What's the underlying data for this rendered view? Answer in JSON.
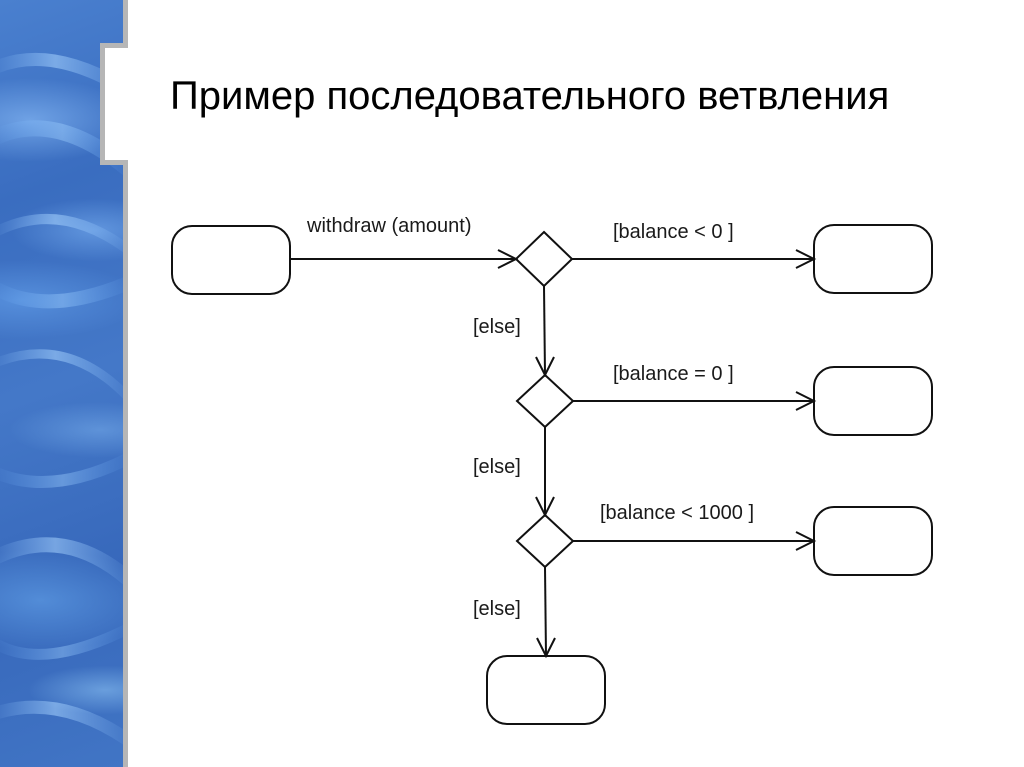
{
  "slide": {
    "title": "Пример последовательного ветвления",
    "background_color": "#ffffff",
    "sidebar_color": "#3d72c4",
    "sidebar_edge_color": "#b6b6b6",
    "line_color": "#1a1a1a"
  },
  "diagram": {
    "type": "uml-activity-sequential-branching",
    "start_state": {
      "label": ""
    },
    "trigger_label": "withdraw (amount)",
    "branches": [
      {
        "guard": "[balance < 0 ]",
        "else_label": "[else]",
        "target": {
          "label": ""
        }
      },
      {
        "guard": "[balance = 0 ]",
        "else_label": "[else]",
        "target": {
          "label": ""
        }
      },
      {
        "guard": "[balance < 1000 ]",
        "else_label": "[else]",
        "target": {
          "label": ""
        }
      }
    ],
    "final_state": {
      "label": ""
    },
    "decision_count": 3,
    "state_count": 5
  }
}
